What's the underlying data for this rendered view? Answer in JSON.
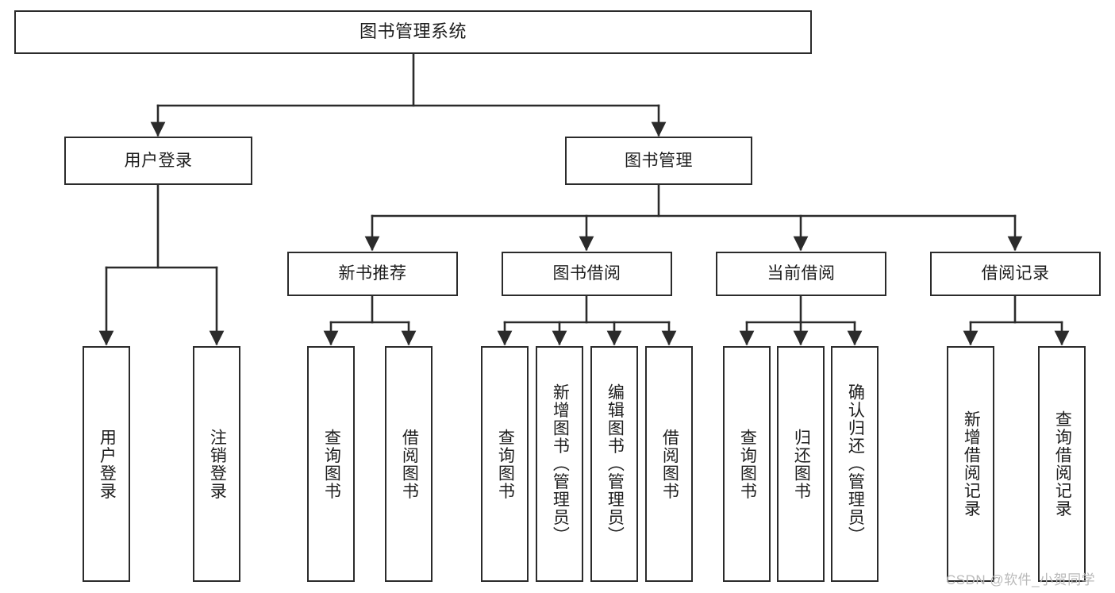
{
  "diagram": {
    "title": "图书管理系统",
    "type": "tree-hierarchy",
    "orientation": "top-down",
    "colors": {
      "box_border": "#2b2b2b",
      "box_fill": "#ffffff",
      "edge": "#2b2b2b",
      "text": "#1d1d1d",
      "watermark": "#b9b9b9",
      "background": "#ffffff"
    }
  },
  "nodes": {
    "root": {
      "label": "图书管理系统"
    },
    "level1": [
      {
        "label": "用户登录"
      },
      {
        "label": "图书管理"
      }
    ],
    "level2": [
      {
        "label": "新书推荐"
      },
      {
        "label": "图书借阅"
      },
      {
        "label": "当前借阅"
      },
      {
        "label": "借阅记录"
      }
    ],
    "leaves": {
      "user_login": [
        {
          "label": "用户登录"
        },
        {
          "label": "注销登录"
        }
      ],
      "new_book_recommend": [
        {
          "label": "查询图书"
        },
        {
          "label": "借阅图书"
        }
      ],
      "book_borrow": [
        {
          "label": "查询图书"
        },
        {
          "label": "新增图书（管理员）"
        },
        {
          "label": "编辑图书（管理员）"
        },
        {
          "label": "借阅图书"
        }
      ],
      "current_borrow": [
        {
          "label": "查询图书"
        },
        {
          "label": "归还图书"
        },
        {
          "label": "确认归还（管理员）"
        }
      ],
      "borrow_record": [
        {
          "label": "新增借阅记录"
        },
        {
          "label": "查询借阅记录"
        }
      ]
    }
  },
  "watermark": {
    "text": "CSDN @软件_小贺同学"
  }
}
